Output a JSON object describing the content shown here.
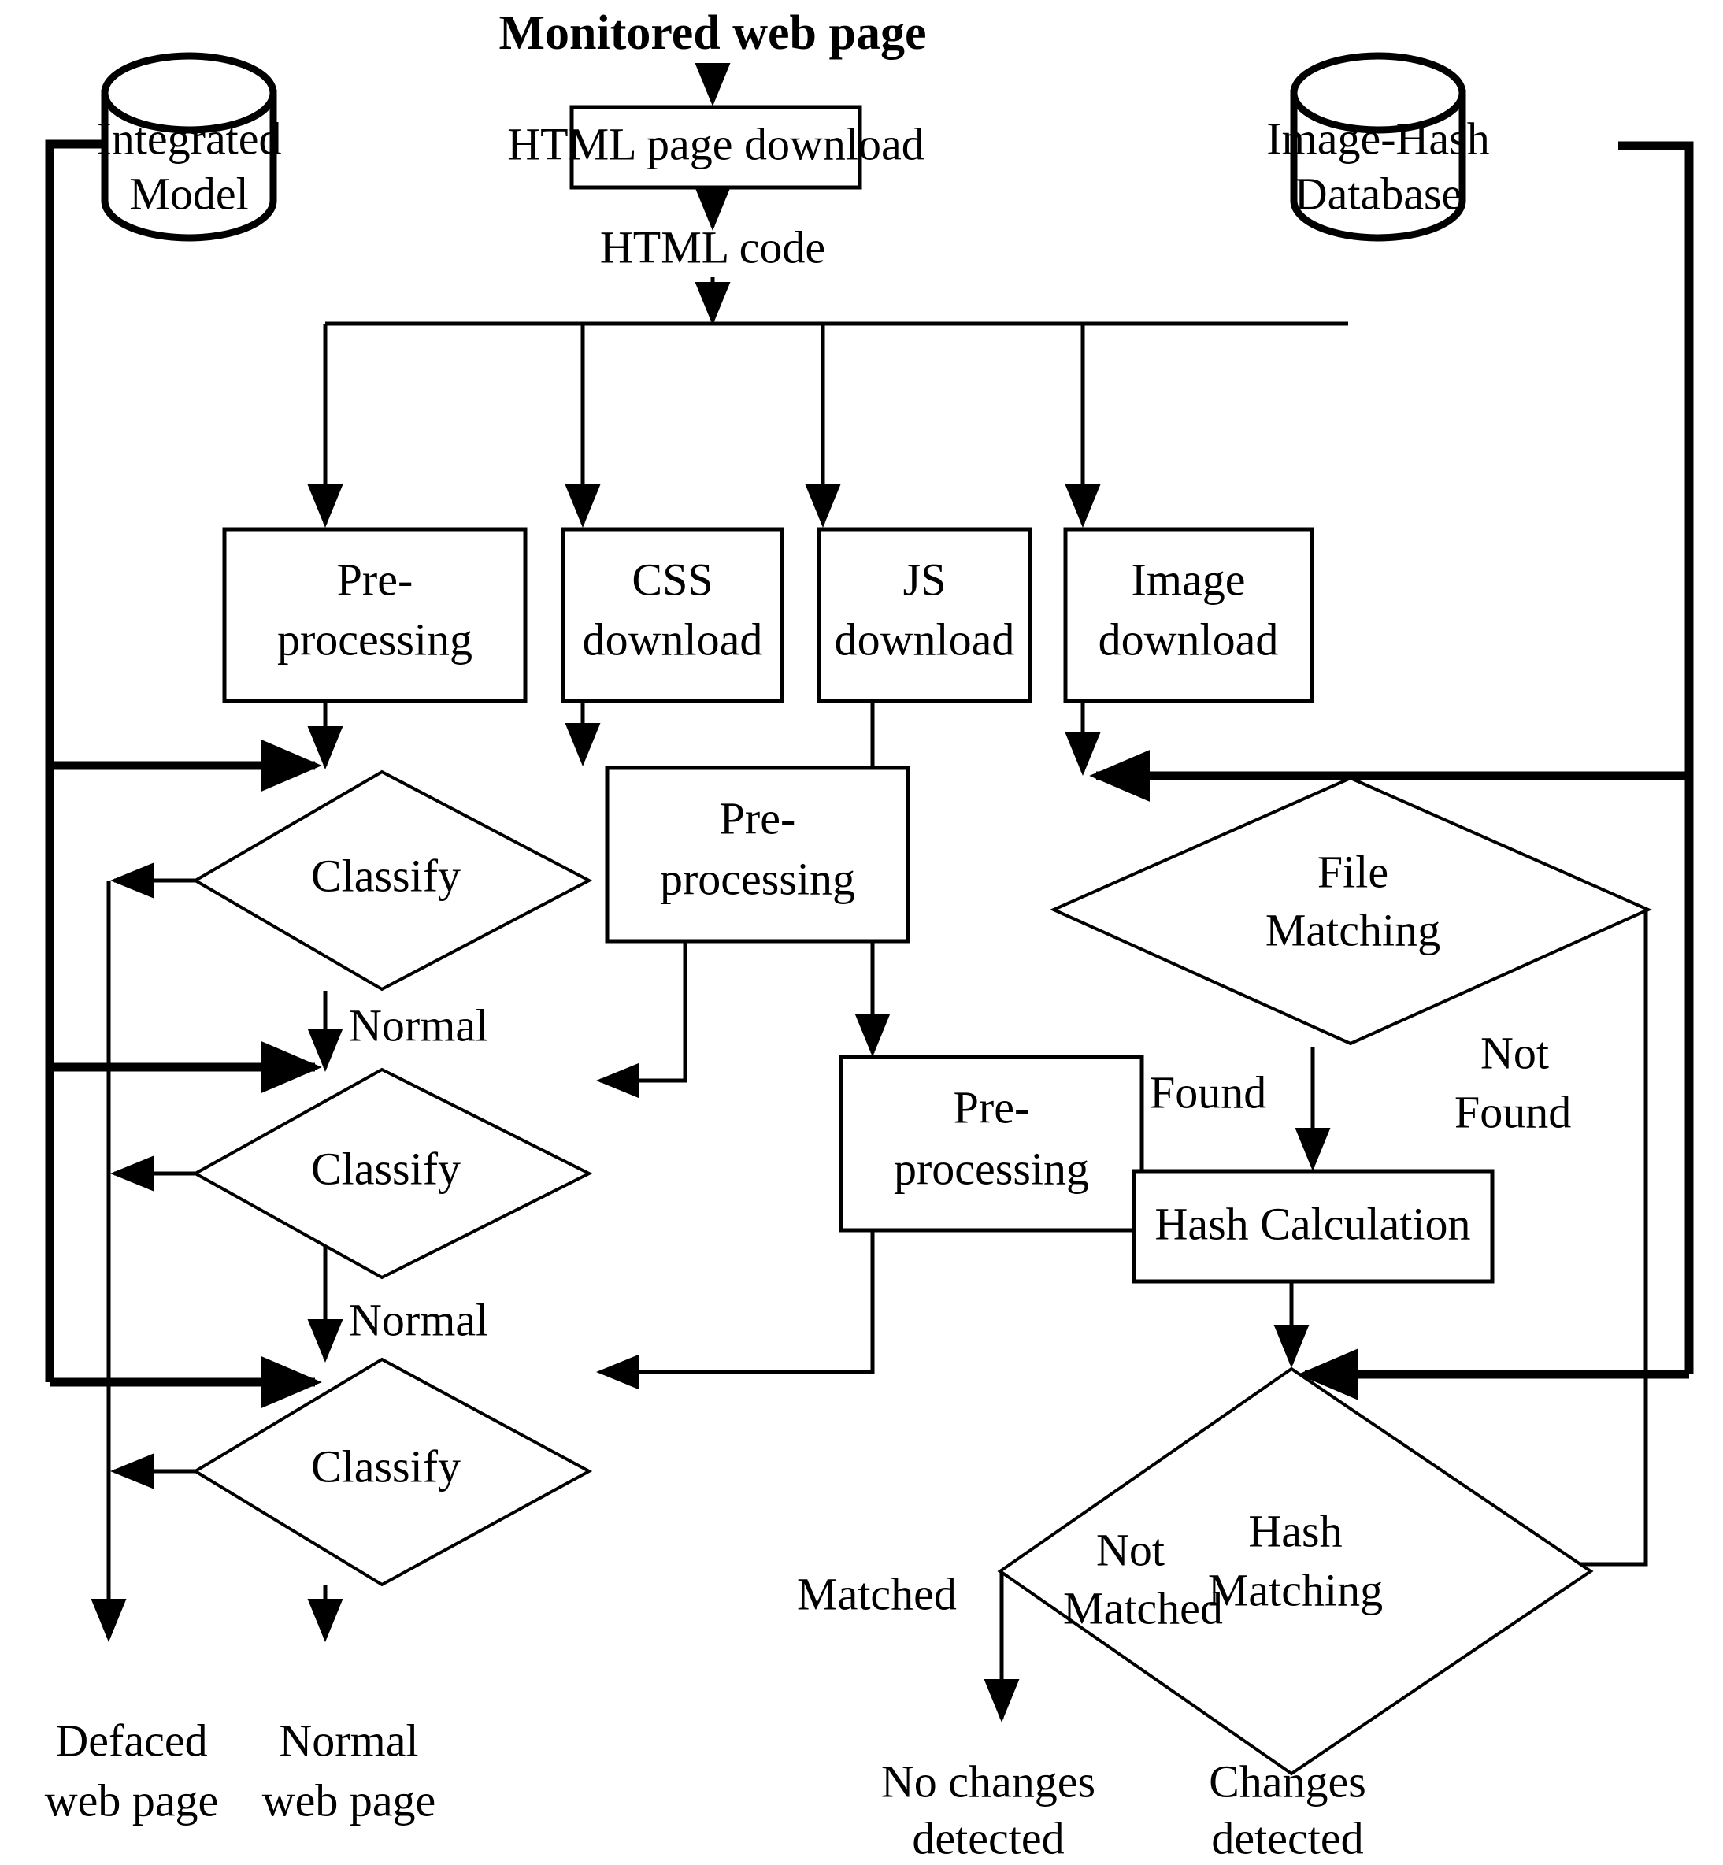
{
  "diagram": {
    "title": "Monitored web page",
    "datastores": [
      {
        "id": "integrated-model",
        "line1": "Integrated",
        "line2": "Model"
      },
      {
        "id": "image-hash-database",
        "line1": "Image-Hash",
        "line2": "Database"
      }
    ],
    "processes": [
      {
        "id": "html-page-download",
        "line1": "HTML page download",
        "line2": ""
      },
      {
        "id": "pre-processing-html",
        "line1": "Pre-",
        "line2": "processing"
      },
      {
        "id": "css-download",
        "line1": "CSS",
        "line2": "download"
      },
      {
        "id": "js-download",
        "line1": "JS",
        "line2": "download"
      },
      {
        "id": "image-download",
        "line1": "Image",
        "line2": "download"
      },
      {
        "id": "pre-processing-css",
        "line1": "Pre-",
        "line2": "processing"
      },
      {
        "id": "pre-processing-js",
        "line1": "Pre-",
        "line2": "processing"
      },
      {
        "id": "hash-calculation",
        "line1": "Hash Calculation",
        "line2": ""
      }
    ],
    "decisions": [
      {
        "id": "classify-html",
        "line1": "Classify",
        "line2": ""
      },
      {
        "id": "classify-css",
        "line1": "Classify",
        "line2": ""
      },
      {
        "id": "classify-js",
        "line1": "Classify",
        "line2": ""
      },
      {
        "id": "file-matching",
        "line1": "File",
        "line2": "Matching"
      },
      {
        "id": "hash-matching",
        "line1": "Hash",
        "line2": "Matching"
      }
    ],
    "flow_labels": [
      {
        "id": "html-code",
        "text": "HTML code"
      },
      {
        "id": "normal-1",
        "text": "Normal"
      },
      {
        "id": "normal-2",
        "text": "Normal"
      },
      {
        "id": "found",
        "text": "Found"
      },
      {
        "id": "not-found-1",
        "text": "Not"
      },
      {
        "id": "not-found-2",
        "text": "Found"
      },
      {
        "id": "matched",
        "text": "Matched"
      },
      {
        "id": "not-matched-1",
        "text": "Not"
      },
      {
        "id": "not-matched-2",
        "text": "Matched"
      }
    ],
    "terminators": [
      {
        "id": "defaced-web-page",
        "line1": "Defaced",
        "line2": "web page"
      },
      {
        "id": "normal-web-page",
        "line1": "Normal",
        "line2": "web page"
      },
      {
        "id": "no-changes-detected",
        "line1": "No changes",
        "line2": "detected"
      },
      {
        "id": "changes-detected",
        "line1": "Changes",
        "line2": "detected"
      }
    ],
    "colors": {
      "stroke": "#000000",
      "fill": "#ffffff",
      "background": "#ffffff"
    }
  }
}
